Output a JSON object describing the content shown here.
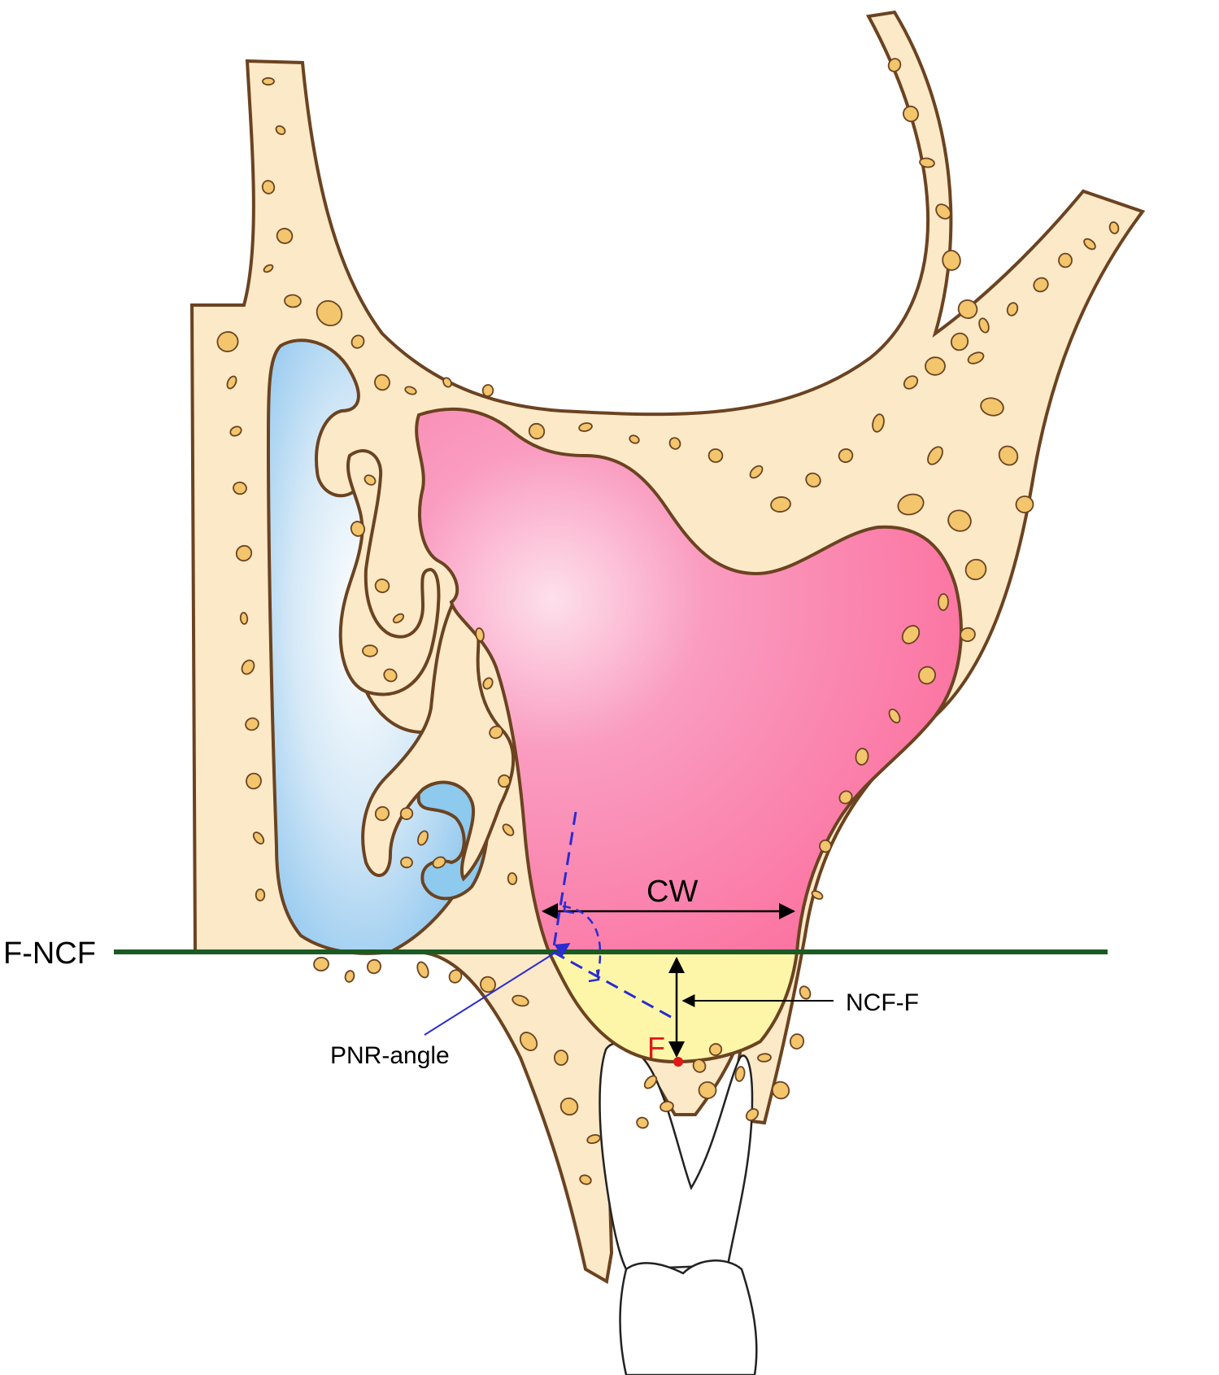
{
  "labels": {
    "f_ncf": "F-NCF",
    "cw": "CW",
    "ncf_f": "NCF-F",
    "pnr_angle": "PNR-angle",
    "f_point": "F"
  },
  "colors": {
    "bone_fill": "#fbe9c8",
    "bone_outline": "#6b4321",
    "trabecula_fill": "#f3c56c",
    "maxillary_sinus": "#fb7aa4",
    "nasal_cavity": "#8ec9ee",
    "floor_region": "#fdf6a8",
    "reference_line": "#1c5a24",
    "pnr_angle_lines": "#2b2bd0",
    "point_f": "#e01818",
    "annotation_arrows": "#000000"
  }
}
